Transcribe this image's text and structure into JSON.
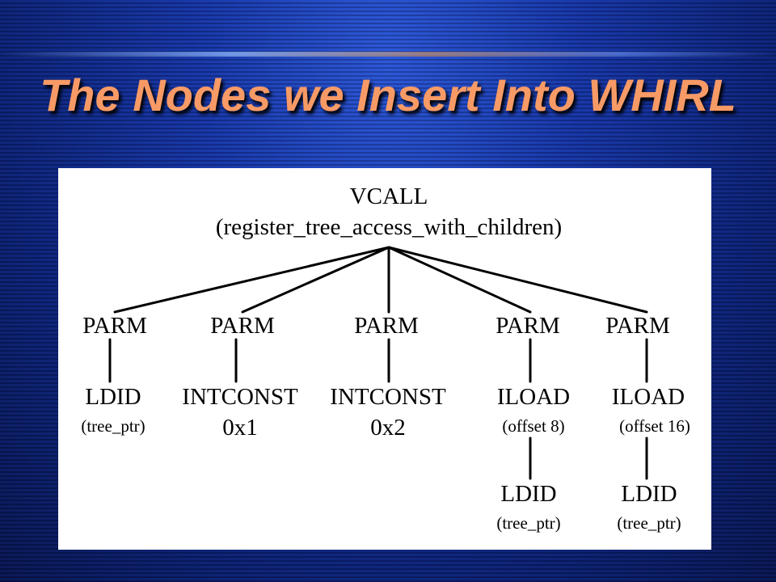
{
  "slide": {
    "title": "The Nodes we Insert Into WHIRL"
  },
  "tree": {
    "root": {
      "label": "VCALL",
      "detail": "(register_tree_access_with_children)"
    },
    "children": [
      {
        "parm": "PARM",
        "node": "LDID",
        "node_detail": "(tree_ptr)"
      },
      {
        "parm": "PARM",
        "node": "INTCONST",
        "node_detail": "0x1"
      },
      {
        "parm": "PARM",
        "node": "INTCONST",
        "node_detail": "0x2"
      },
      {
        "parm": "PARM",
        "node": "ILOAD",
        "node_detail": "(offset 8)",
        "sub": "LDID",
        "sub_detail": "(tree_ptr)"
      },
      {
        "parm": "PARM",
        "node": "ILOAD",
        "node_detail": "(offset 16)",
        "sub": "LDID",
        "sub_detail": "(tree_ptr)"
      }
    ]
  }
}
